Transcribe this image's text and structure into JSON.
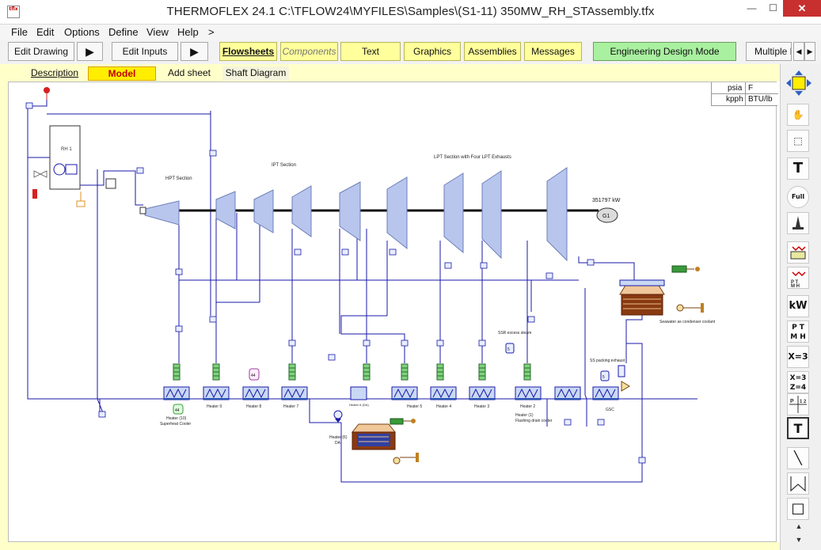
{
  "window": {
    "title": "THERMOFLEX 24.1    C:\\TFLOW24\\MYFILES\\Samples\\(S1-11) 350MW_RH_STAssembly.tfx",
    "icon_text": "tflx",
    "minimize": "—",
    "maximize": "☐",
    "close": "✕"
  },
  "menu": {
    "file": "File",
    "edit": "Edit",
    "options": "Options",
    "define": "Define",
    "view": "View",
    "help": "Help",
    "more": ">"
  },
  "toolbar": {
    "edit_drawing": "Edit Drawing",
    "edit_inputs": "Edit Inputs",
    "flowsheets": "Flowsheets",
    "components": "Components",
    "text": "Text",
    "graphics": "Graphics",
    "assemblies": "Assemblies",
    "messages": "Messages",
    "engineering_design_mode": "Engineering Design Mode",
    "multiple": "Multiple F",
    "play_icon": "▶",
    "left_icon": "◀",
    "right_icon": "▶"
  },
  "tabs": {
    "description": "Description",
    "model": "Model",
    "add_sheet": "Add sheet",
    "shaft_diagram": "Shaft Diagram"
  },
  "units": {
    "pressure": "psia",
    "temperature": "F",
    "flow": "kpph",
    "enthalpy": "BTU/lb"
  },
  "flowsheet": {
    "hpt_section": "HPT Section",
    "ipt_section": "IPT Section",
    "lpt_section": "LPT Section with Four LPT Exhausts",
    "power": "351797 kW",
    "generator": "G1",
    "rh": "RH 1",
    "heater_9": "Heater 9",
    "heater_8": "Heater 8",
    "heater_7": "Heater 7",
    "heater_5": "Heater 5",
    "heater_4": "Heater 4",
    "heater_3": "Heater 3",
    "heater_2": "Heater 2",
    "heater_10_label": "Heater (10)",
    "superheat_cooler": "Superheat Cooler",
    "heater_6_da": "Heater 6 (DA)",
    "heater_6_label": "Heater (6)",
    "da": "DA",
    "heater_1_label": "Heater (1)",
    "flashing_drain_cooler": "Flashing drain cooler",
    "gsc": "GSC",
    "ssr_excess": "SSR excess steam",
    "ss_packing": "SS packing exhaust",
    "seawater": "Seawater as condenser coolant",
    "rh_link": "44",
    "p_link": "44",
    "ssr_link": "5",
    "ss_link": "5"
  },
  "right_tools": {
    "hand": "✋",
    "select": "⬚",
    "hammer": "T",
    "zoom_full": "Full",
    "kw": "kW",
    "pt_mh": "P T M H",
    "x3": "X=3",
    "x3z4": "X=3 Z=4",
    "text_tool": "T",
    "line": "╲",
    "poly": "⌂",
    "rect": "□",
    "scroll_up": "▲",
    "scroll_down": "▼"
  },
  "colors": {
    "line": "#1a1aa8",
    "turbine": "#b8c6ee",
    "turbine_stroke": "#6e7fb8",
    "heater": "#2a54b0",
    "pump": "#3a9a3a",
    "close": "#c7302f",
    "toolbar_yellow": "#ffff9c",
    "mode_green": "#a9f0a0",
    "model_tab": "#ffee00"
  }
}
